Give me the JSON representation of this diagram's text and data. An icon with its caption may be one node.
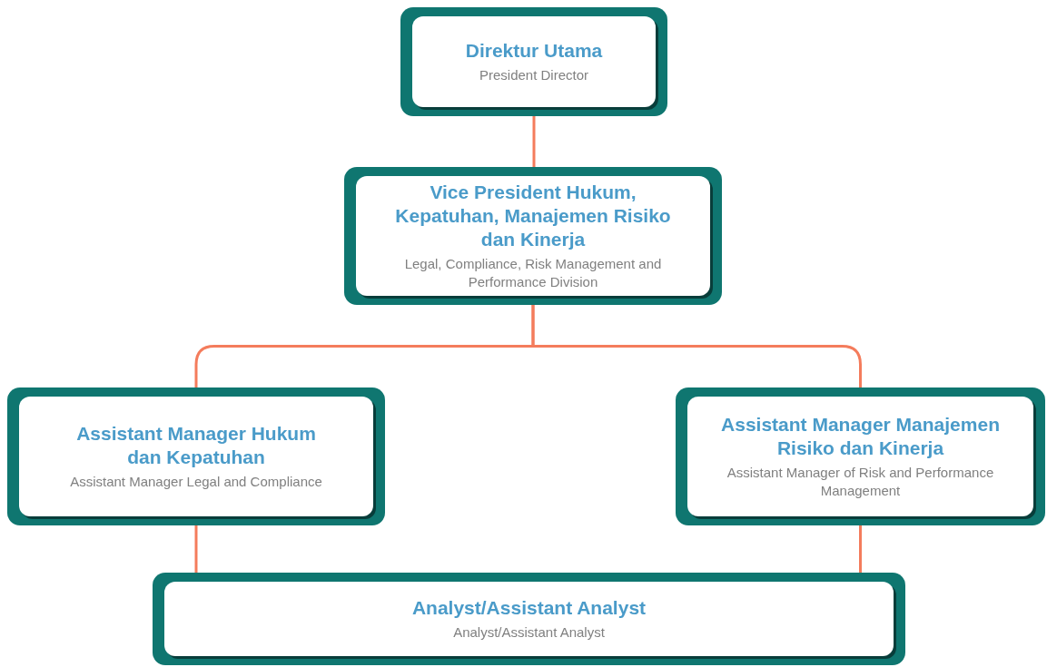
{
  "diagram": {
    "nodes": [
      {
        "text": [
          "Direktur Utama",
          "President Director"
        ]
      },
      {
        "text": [
          "Vice President Hukum, Kepatuhan, Manajemen Risiko dan Kinerja",
          "Legal, Compliance, Risk Management and Performance Division"
        ]
      },
      {
        "text": [
          "Assistant Manager Hukum dan Kepatuhan",
          "Assistant Manager Legal and Compliance"
        ]
      },
      {
        "text": [
          "Assistant Manager Manajemen Risiko dan Kinerja",
          "Assistant Manager of Risk and Performance Management"
        ]
      },
      {
        "text": [
          "Analyst/Assistant Analyst",
          "Analyst/Assistant Analyst"
        ]
      }
    ],
    "edges": [
      {
        "from": 0,
        "to": 1,
        "arrow": "none"
      },
      {
        "from": 1,
        "to": 2,
        "arrow": "none"
      },
      {
        "from": 1,
        "to": 3,
        "arrow": "none"
      },
      {
        "from": 2,
        "to": 4,
        "arrow": "none"
      },
      {
        "from": 3,
        "to": 4,
        "arrow": "none"
      }
    ]
  }
}
